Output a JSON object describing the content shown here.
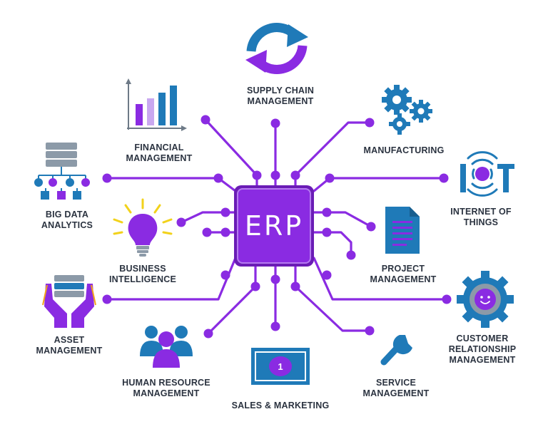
{
  "center": {
    "label": "ERP"
  },
  "modules": {
    "supply_chain": {
      "line1": "SUPPLY CHAIN",
      "line2": "MANAGEMENT",
      "icon": "sync-arrows-icon"
    },
    "financial": {
      "line1": "FINANCIAL",
      "line2": "MANAGEMENT",
      "icon": "bar-chart-icon"
    },
    "manufacturing": {
      "line1": "MANUFACTURING",
      "icon": "gears-icon"
    },
    "big_data": {
      "line1": "BIG DATA",
      "line2": "ANALYTICS",
      "icon": "database-network-icon"
    },
    "iot": {
      "line1": "INTERNET OF",
      "line2": "THINGS",
      "icon": "iot-icon"
    },
    "business_intelligence": {
      "line1": "BUSINESS",
      "line2": "INTELLIGENCE",
      "icon": "lightbulb-icon"
    },
    "project": {
      "line1": "PROJECT",
      "line2": "MANAGEMENT",
      "icon": "document-icon"
    },
    "asset": {
      "line1": "ASSET",
      "line2": "MANAGEMENT",
      "icon": "hands-server-icon"
    },
    "crm": {
      "line1": "CUSTOMER",
      "line2": "RELATIONSHIP",
      "line3": "MANAGEMENT",
      "icon": "gear-smiley-icon"
    },
    "hr": {
      "line1": "HUMAN RESOURCE",
      "line2": "MANAGEMENT",
      "icon": "people-group-icon"
    },
    "service": {
      "line1": "SERVICE",
      "line2": "MANAGEMENT",
      "icon": "wrench-icon"
    },
    "sales": {
      "line1": "SALES & MARKETING",
      "icon": "banknote-icon",
      "note_value": "1"
    }
  },
  "colors": {
    "purple": "#8a2be2",
    "purple_dark": "#6a1cb5",
    "blue": "#1f7ab8",
    "blue_dark": "#175e8f",
    "lilac": "#c9a8f0",
    "yellow": "#f2d21b",
    "text": "#2b3340"
  }
}
